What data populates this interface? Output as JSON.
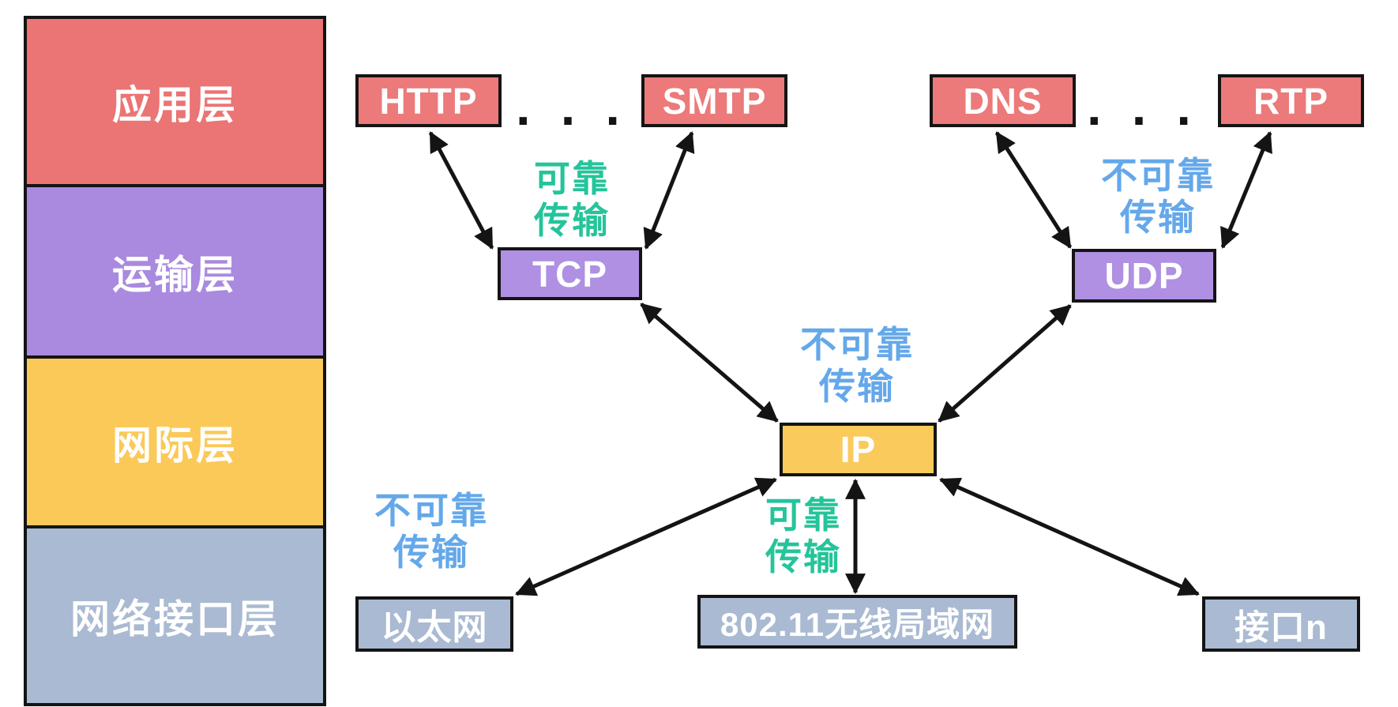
{
  "palette": {
    "application_red": "#EC7A7A",
    "transport_purple": "#AF90E2",
    "internet_yellow": "#FACB5C",
    "link_gray": "#A9BAD2",
    "reliable_green": "#25C49A",
    "unreliable_blue": "#64A8EA",
    "line_black": "#141414",
    "text_white": "#FFFFFF",
    "background": "#FFFFFF"
  },
  "protocol_stack": {
    "layers": [
      {
        "label": "应用层",
        "color": "#EB7474"
      },
      {
        "label": "运输层",
        "color": "#A98ADF"
      },
      {
        "label": "网际层",
        "color": "#FAC958"
      },
      {
        "label": "网络接口层",
        "color": "#A9BAD2"
      }
    ]
  },
  "boxes": {
    "http": {
      "label": "HTTP"
    },
    "smtp": {
      "label": "SMTP"
    },
    "dns": {
      "label": "DNS"
    },
    "rtp": {
      "label": "RTP"
    },
    "tcp": {
      "label": "TCP"
    },
    "udp": {
      "label": "UDP"
    },
    "ip": {
      "label": "IP"
    },
    "ethernet": {
      "label": "以太网"
    },
    "wlan": {
      "label": "802.11无线局域网"
    },
    "interface_n": {
      "label": "接口n"
    }
  },
  "annotations": {
    "tcp_service": {
      "text": "可靠\n传输",
      "color": "#25C49A"
    },
    "udp_service": {
      "text": "不可靠\n传输",
      "color": "#64A8EA"
    },
    "ip_service": {
      "text": "不可靠\n传输",
      "color": "#64A8EA"
    },
    "ethernet_service": {
      "text": "不可靠\n传输",
      "color": "#64A8EA"
    },
    "wlan_service": {
      "text": "可靠\n传输",
      "color": "#25C49A"
    },
    "ellipsis_left": ". . .",
    "ellipsis_right": ". . ."
  }
}
